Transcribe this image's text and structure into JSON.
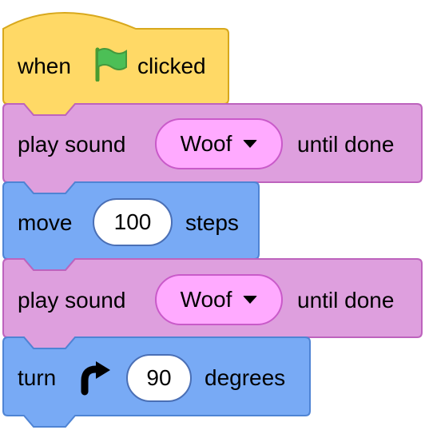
{
  "script": {
    "hat": {
      "label_before": "when",
      "label_after": "clicked",
      "icon": "green-flag-icon",
      "color": "#ffd966"
    },
    "blocks": [
      {
        "category": "sound",
        "color": "#de9fde",
        "label_before": "play sound",
        "menu_value": "Woof",
        "label_after": "until done"
      },
      {
        "category": "motion",
        "color": "#78aaf5",
        "label_before": "move",
        "input_value": "100",
        "label_after": "steps"
      },
      {
        "category": "sound",
        "color": "#de9fde",
        "label_before": "play sound",
        "menu_value": "Woof",
        "label_after": "until done"
      },
      {
        "category": "motion",
        "color": "#78aaf5",
        "label_before": "turn",
        "icon": "rotate-clockwise-icon",
        "input_value": "90",
        "label_after": "degrees"
      }
    ]
  }
}
